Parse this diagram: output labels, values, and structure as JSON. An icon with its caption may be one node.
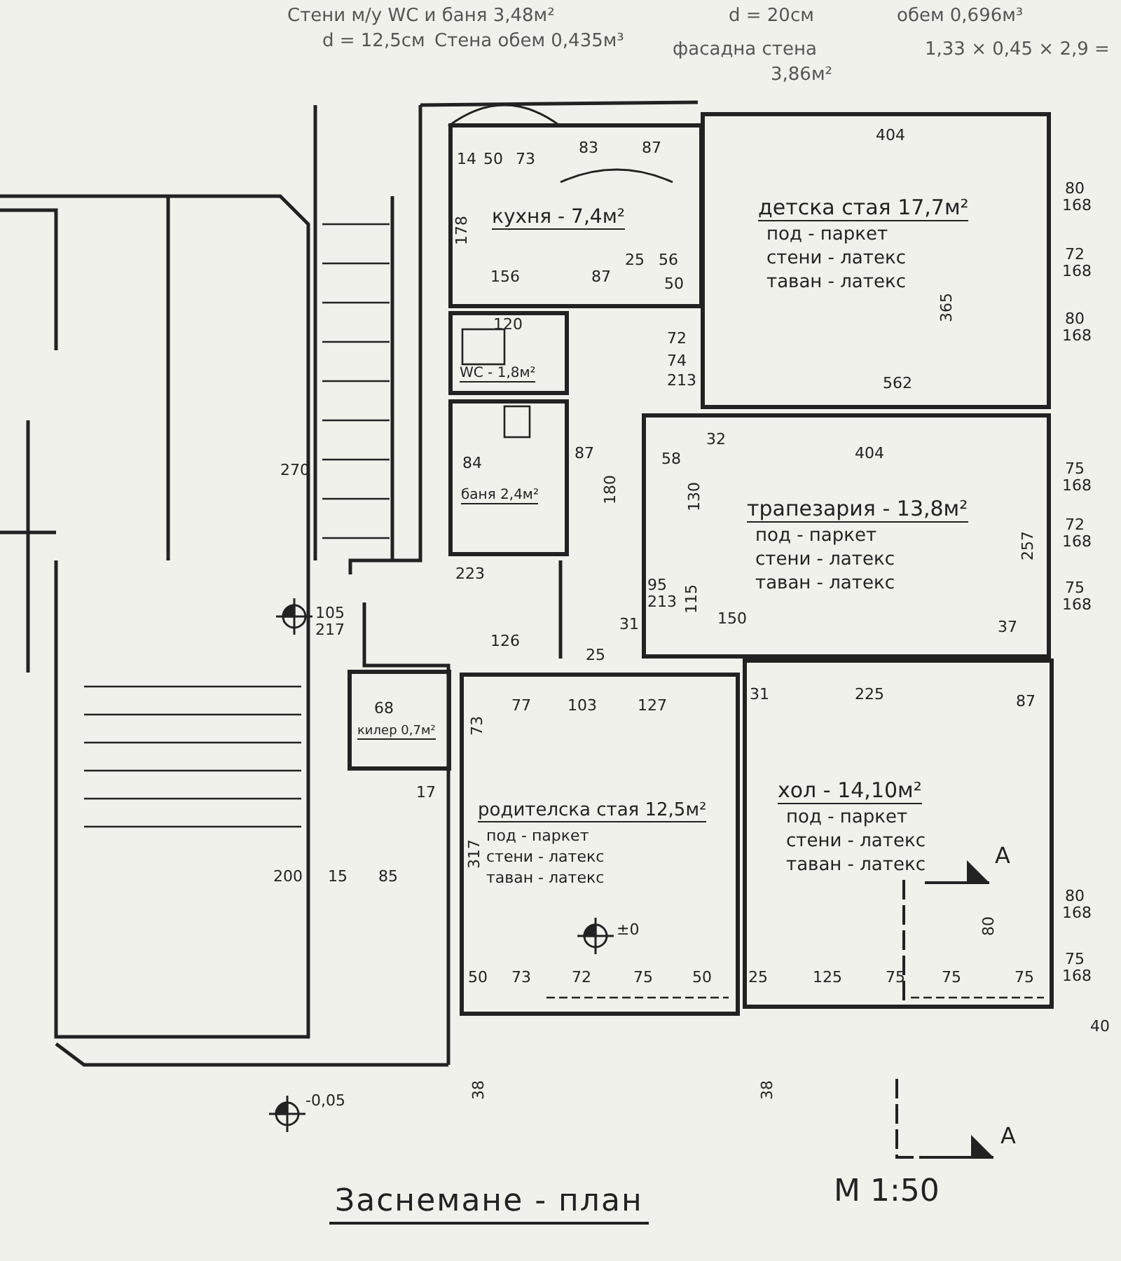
{
  "diagram": {
    "title": "Заснемане - план",
    "nodes": [
      {
        "text": [
          "кухня - 7,4м²"
        ]
      },
      {
        "text": [
          "детска стая 17,7м²",
          "под - паркет",
          "стени - латекс",
          "таван - латекс"
        ]
      },
      {
        "text": [
          "WC - 1,8м²"
        ]
      },
      {
        "text": [
          "баня 2,4м²"
        ]
      },
      {
        "text": [
          "трапезария - 13,8м²",
          "под - паркет",
          "стени - латекс",
          "таван - латекс"
        ]
      },
      {
        "text": [
          "килер 0,7м²"
        ]
      },
      {
        "text": [
          "родителска стая 12,5м²",
          "под - паркет",
          "стени - латекс",
          "таван - латекс"
        ]
      },
      {
        "text": [
          "хол - 14,10м²",
          "под - паркет",
          "стени - латекс",
          "таван - латекс"
        ]
      }
    ],
    "labels": [
      "Стени м/у WC и баня 3,48м²",
      "d = 12,5см",
      "Стена обем 0,435м³",
      "d = 20см",
      "обем 0,696м³",
      "фасадна стена",
      "1,33 × 0,45 × 2,9 =",
      "3,86м²",
      "14",
      "50",
      "73",
      "83",
      "87",
      "404",
      "178",
      "156",
      "87",
      "25",
      "56",
      "50",
      "72",
      "120",
      "74",
      "213",
      "562",
      "365",
      "80",
      "168",
      "72",
      "168",
      "80",
      "168",
      "75",
      "168",
      "72",
      "168",
      "75",
      "168",
      "80",
      "168",
      "75",
      "168",
      "270",
      "84",
      "87",
      "180",
      "223",
      "105",
      "217",
      "126",
      "58",
      "32",
      "130",
      "404",
      "257",
      "115",
      "150",
      "95",
      "213",
      "31",
      "25",
      "37",
      "87",
      "225",
      "68",
      "17",
      "73",
      "77",
      "103",
      "127",
      "31",
      "200",
      "15",
      "85",
      "317",
      "50",
      "73",
      "72",
      "75",
      "50",
      "25",
      "125",
      "75",
      "75",
      "75",
      "80",
      "38",
      "38",
      "40",
      "±0",
      "-0,05",
      "A",
      "A",
      "М 1:50"
    ]
  }
}
